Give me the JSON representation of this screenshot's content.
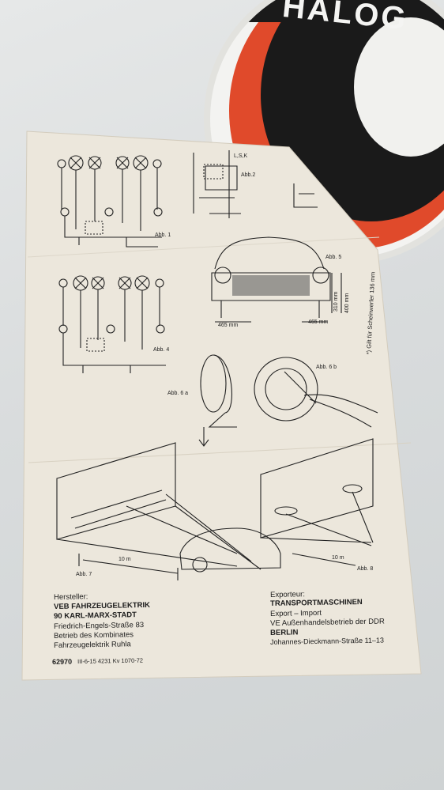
{
  "sticker": {
    "text": "HALOG"
  },
  "diagram_labels": {
    "abb1": "Abb. 1",
    "abb2": "Abb.2",
    "abb4": "Abb. 4",
    "abb5": "Abb. 5",
    "abb6a": "Abb. 6 a",
    "abb6b": "Abb. 6 b",
    "abb7": "Abb. 7",
    "abb8": "Abb. 8",
    "lsk": "L,S,K",
    "dist1": "10 m",
    "dist2": "10 m",
    "dim1": "465 mm",
    "dim2": "465 mm",
    "dim3": "310 mm",
    "dim4": "400 mm",
    "footnote": "*) Gilt für Scheinwerfer 136 mm"
  },
  "manufacturer": {
    "heading": "Hersteller:",
    "name": "VEB FAHRZEUGELEKTRIK",
    "city": "90 KARL-MARX-STADT",
    "street": "Friedrich-Engels-Straße 83",
    "line4": "Betrieb des Kombinates",
    "line5": "Fahrzeugelektrik Ruhla"
  },
  "exporter": {
    "heading": "Exporteur:",
    "name": "TRANSPORTMASCHINEN",
    "line2": "Export – Import",
    "line3": "VE Außenhandelsbetrieb der DDR",
    "city": "BERLIN",
    "street": "Johannes-Dieckmann-Straße 11–13"
  },
  "print_code": {
    "number": "62970",
    "rest": "III-6-15 4231 Kv 1070-72"
  }
}
